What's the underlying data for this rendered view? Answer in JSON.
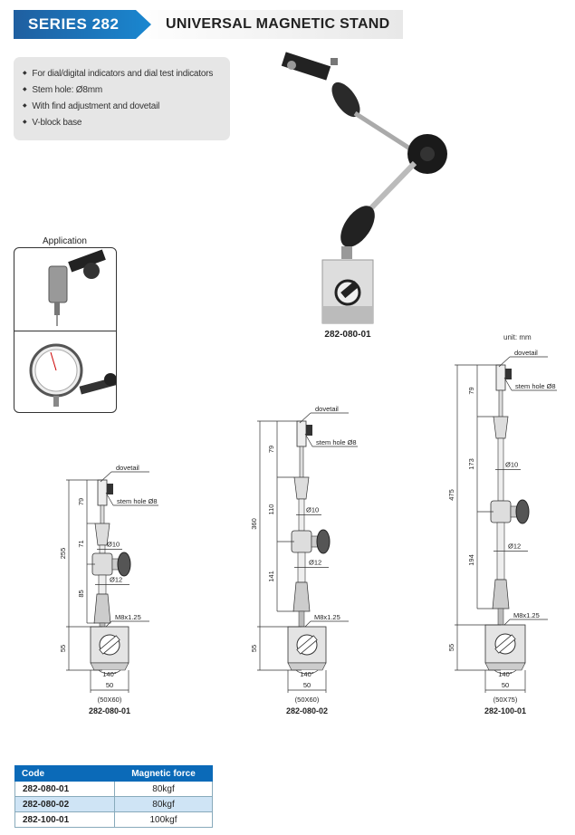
{
  "header": {
    "series": "SERIES 282",
    "title": "UNIVERSAL MAGNETIC STAND"
  },
  "features": [
    "For dial/digital indicators and dial test indicators",
    "Stem hole: Ø8mm",
    "With find adjustment and dovetail",
    "V-block base"
  ],
  "application": {
    "label": "Application"
  },
  "photo": {
    "caption": "282-080-01"
  },
  "unit": "unit: mm",
  "drawings": [
    {
      "code": "282-080-01",
      "base_size": "(50X60)",
      "total": "255",
      "base_h": "55",
      "seg1": "79",
      "seg2": "71",
      "seg3": "85",
      "dovetail": "dovetail",
      "stem_hole": "stem hole Ø8",
      "rod_upper": "Ø10",
      "rod_lower": "Ø12",
      "thread": "M8x1.25",
      "angle": "140°",
      "width": "50"
    },
    {
      "code": "282-080-02",
      "base_size": "(50X60)",
      "total": "360",
      "base_h": "55",
      "seg1": "79",
      "seg2": "110",
      "seg3": "141",
      "dovetail": "dovetail",
      "stem_hole": "stem hole Ø8",
      "rod_upper": "Ø10",
      "rod_lower": "Ø12",
      "thread": "M8x1.25",
      "angle": "140°",
      "width": "50"
    },
    {
      "code": "282-100-01",
      "base_size": "(50X75)",
      "total": "475",
      "base_h": "55",
      "seg1": "79",
      "seg2": "173",
      "seg3": "194",
      "dovetail": "dovetail",
      "stem_hole": "stem hole Ø8",
      "rod_upper": "Ø10",
      "rod_lower": "Ø12",
      "thread": "M8x1.25",
      "angle": "140°",
      "width": "50"
    }
  ],
  "table": {
    "headers": [
      "Code",
      "Magnetic force"
    ],
    "rows": [
      [
        "282-080-01",
        "80kgf"
      ],
      [
        "282-080-02",
        "80kgf"
      ],
      [
        "282-100-01",
        "100kgf"
      ]
    ]
  },
  "colors": {
    "brand_blue": "#0b6ab8",
    "row_alt": "#cfe4f5"
  }
}
